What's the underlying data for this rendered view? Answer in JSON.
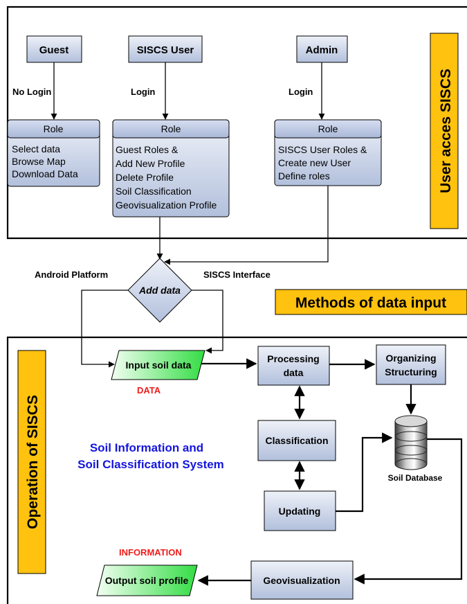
{
  "top_section": {
    "banner": "User acces SISCS",
    "actors": [
      {
        "name": "Guest",
        "login": "No Login",
        "role_title": "Role",
        "items": [
          "Select data",
          "Browse Map",
          "Download Data"
        ]
      },
      {
        "name": "SISCS User",
        "login": "Login",
        "role_title": "Role",
        "items": [
          "Guest Roles &",
          "Add New Profile",
          "Delete Profile",
          "Soil Classification",
          "Geovisualization Profile"
        ]
      },
      {
        "name": "Admin",
        "login": "Login",
        "role_title": "Role",
        "items": [
          "SISCS User Roles &",
          "Create new User",
          "Define roles"
        ]
      }
    ]
  },
  "middle_section": {
    "decision": "Add data",
    "left_label": "Android Platform",
    "right_label": "SISCS Interface",
    "banner": "Methods of data input"
  },
  "bottom_section": {
    "banner": "Operation of SISCS",
    "input": "Input soil data",
    "data_label": "DATA",
    "processing": [
      "Processing",
      "data"
    ],
    "organizing": [
      "Organizing",
      "Structuring"
    ],
    "classification": "Classification",
    "updating": "Updating",
    "database": "Soil Database",
    "system_title": [
      "Soil Information and",
      "Soil Classification System"
    ],
    "information_label": "INFORMATION",
    "output": "Output soil profile",
    "geovisualization": "Geovisualization"
  },
  "colors": {
    "box_blue_light": "#e8ecf6",
    "box_blue_dark": "#b2c0dc",
    "banner_orange": "#ffc20e",
    "green_light": "#e6fbe6",
    "green_dark": "#33dd44",
    "red": "#ee1c1c",
    "blue_text": "#1515dd"
  }
}
